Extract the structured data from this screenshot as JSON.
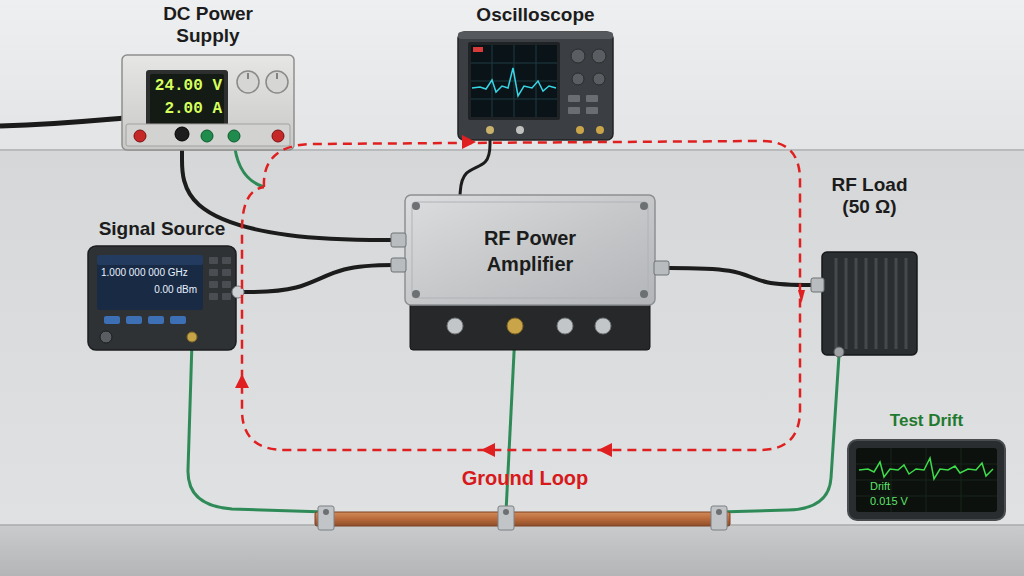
{
  "diagram": {
    "nodes": [
      {
        "text": [
          "DC Power Supply",
          "24.00 V",
          "2.00 A"
        ]
      },
      {
        "text": [
          "Oscilloscope"
        ]
      },
      {
        "text": [
          "Signal Source",
          "1.000 000 000 GHz",
          "0.00 dBm"
        ]
      },
      {
        "text": [
          "RF Power Amplifier"
        ]
      },
      {
        "text": [
          "RF Load (50 Ω)"
        ]
      },
      {
        "text": [
          "Test Drift",
          "Drift",
          "0.015 V"
        ]
      }
    ],
    "edges": [
      {
        "from": 0,
        "to": 3,
        "arrow": "none"
      },
      {
        "from": 2,
        "to": 3,
        "arrow": "none"
      },
      {
        "from": 3,
        "to": 1,
        "arrow": "none"
      },
      {
        "from": 3,
        "to": 4,
        "arrow": "none"
      }
    ],
    "labels": [
      "Ground Loop"
    ]
  }
}
